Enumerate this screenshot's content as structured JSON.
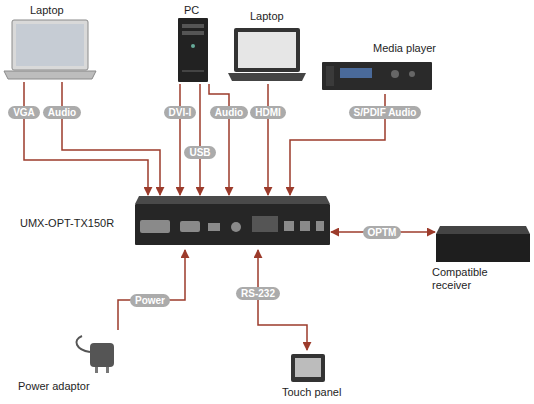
{
  "diagram": {
    "nodes": [
      {
        "text": [
          "Laptop"
        ]
      },
      {
        "text": [
          "PC"
        ]
      },
      {
        "text": [
          "Laptop"
        ]
      },
      {
        "text": [
          "Media player"
        ]
      },
      {
        "text": [
          "UMX-OPT-TX150R"
        ]
      },
      {
        "text": [
          "Compatible receiver"
        ]
      },
      {
        "text": [
          "Power adaptor"
        ]
      },
      {
        "text": [
          "Touch panel"
        ]
      }
    ],
    "edges": [
      {
        "from": 0,
        "to": 4,
        "label": "VGA",
        "arrow": "to"
      },
      {
        "from": 0,
        "to": 4,
        "label": "Audio",
        "arrow": "to"
      },
      {
        "from": 1,
        "to": 4,
        "label": "DVI-I",
        "arrow": "to"
      },
      {
        "from": 1,
        "to": 4,
        "label": "USB",
        "arrow": "to"
      },
      {
        "from": 1,
        "to": 4,
        "label": "Audio",
        "arrow": "to"
      },
      {
        "from": 2,
        "to": 4,
        "label": "HDMI",
        "arrow": "to"
      },
      {
        "from": 3,
        "to": 4,
        "label": "S/PDIF Audio",
        "arrow": "to"
      },
      {
        "from": 4,
        "to": 5,
        "label": "OPTM",
        "arrow": "both"
      },
      {
        "from": 6,
        "to": 4,
        "label": "Power",
        "arrow": "to"
      },
      {
        "from": 4,
        "to": 7,
        "label": "RS-232",
        "arrow": "both"
      }
    ]
  }
}
